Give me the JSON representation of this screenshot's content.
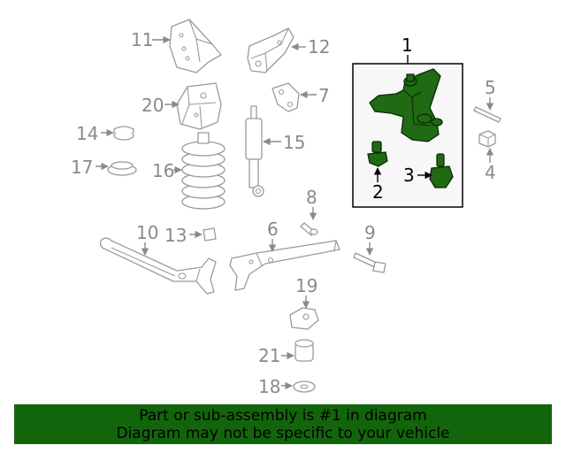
{
  "callouts": {
    "c1": "1",
    "c2": "2",
    "c3": "3",
    "c4": "4",
    "c5": "5",
    "c6": "6",
    "c7": "7",
    "c8": "8",
    "c9": "9",
    "c10": "10",
    "c11": "11",
    "c12": "12",
    "c13": "13",
    "c14": "14",
    "c15": "15",
    "c16": "16",
    "c17": "17",
    "c18": "18",
    "c19": "19",
    "c20": "20",
    "c21": "21"
  },
  "banner": {
    "line1": "Part or sub-assembly is #1 in diagram",
    "line2": "Diagram may not be specific to your vehicle"
  },
  "colors": {
    "highlight_part": "#1f6a13",
    "banner_background": "#13650c",
    "callout_gray": "#8a8a8a",
    "callout_highlight": "#000000"
  }
}
